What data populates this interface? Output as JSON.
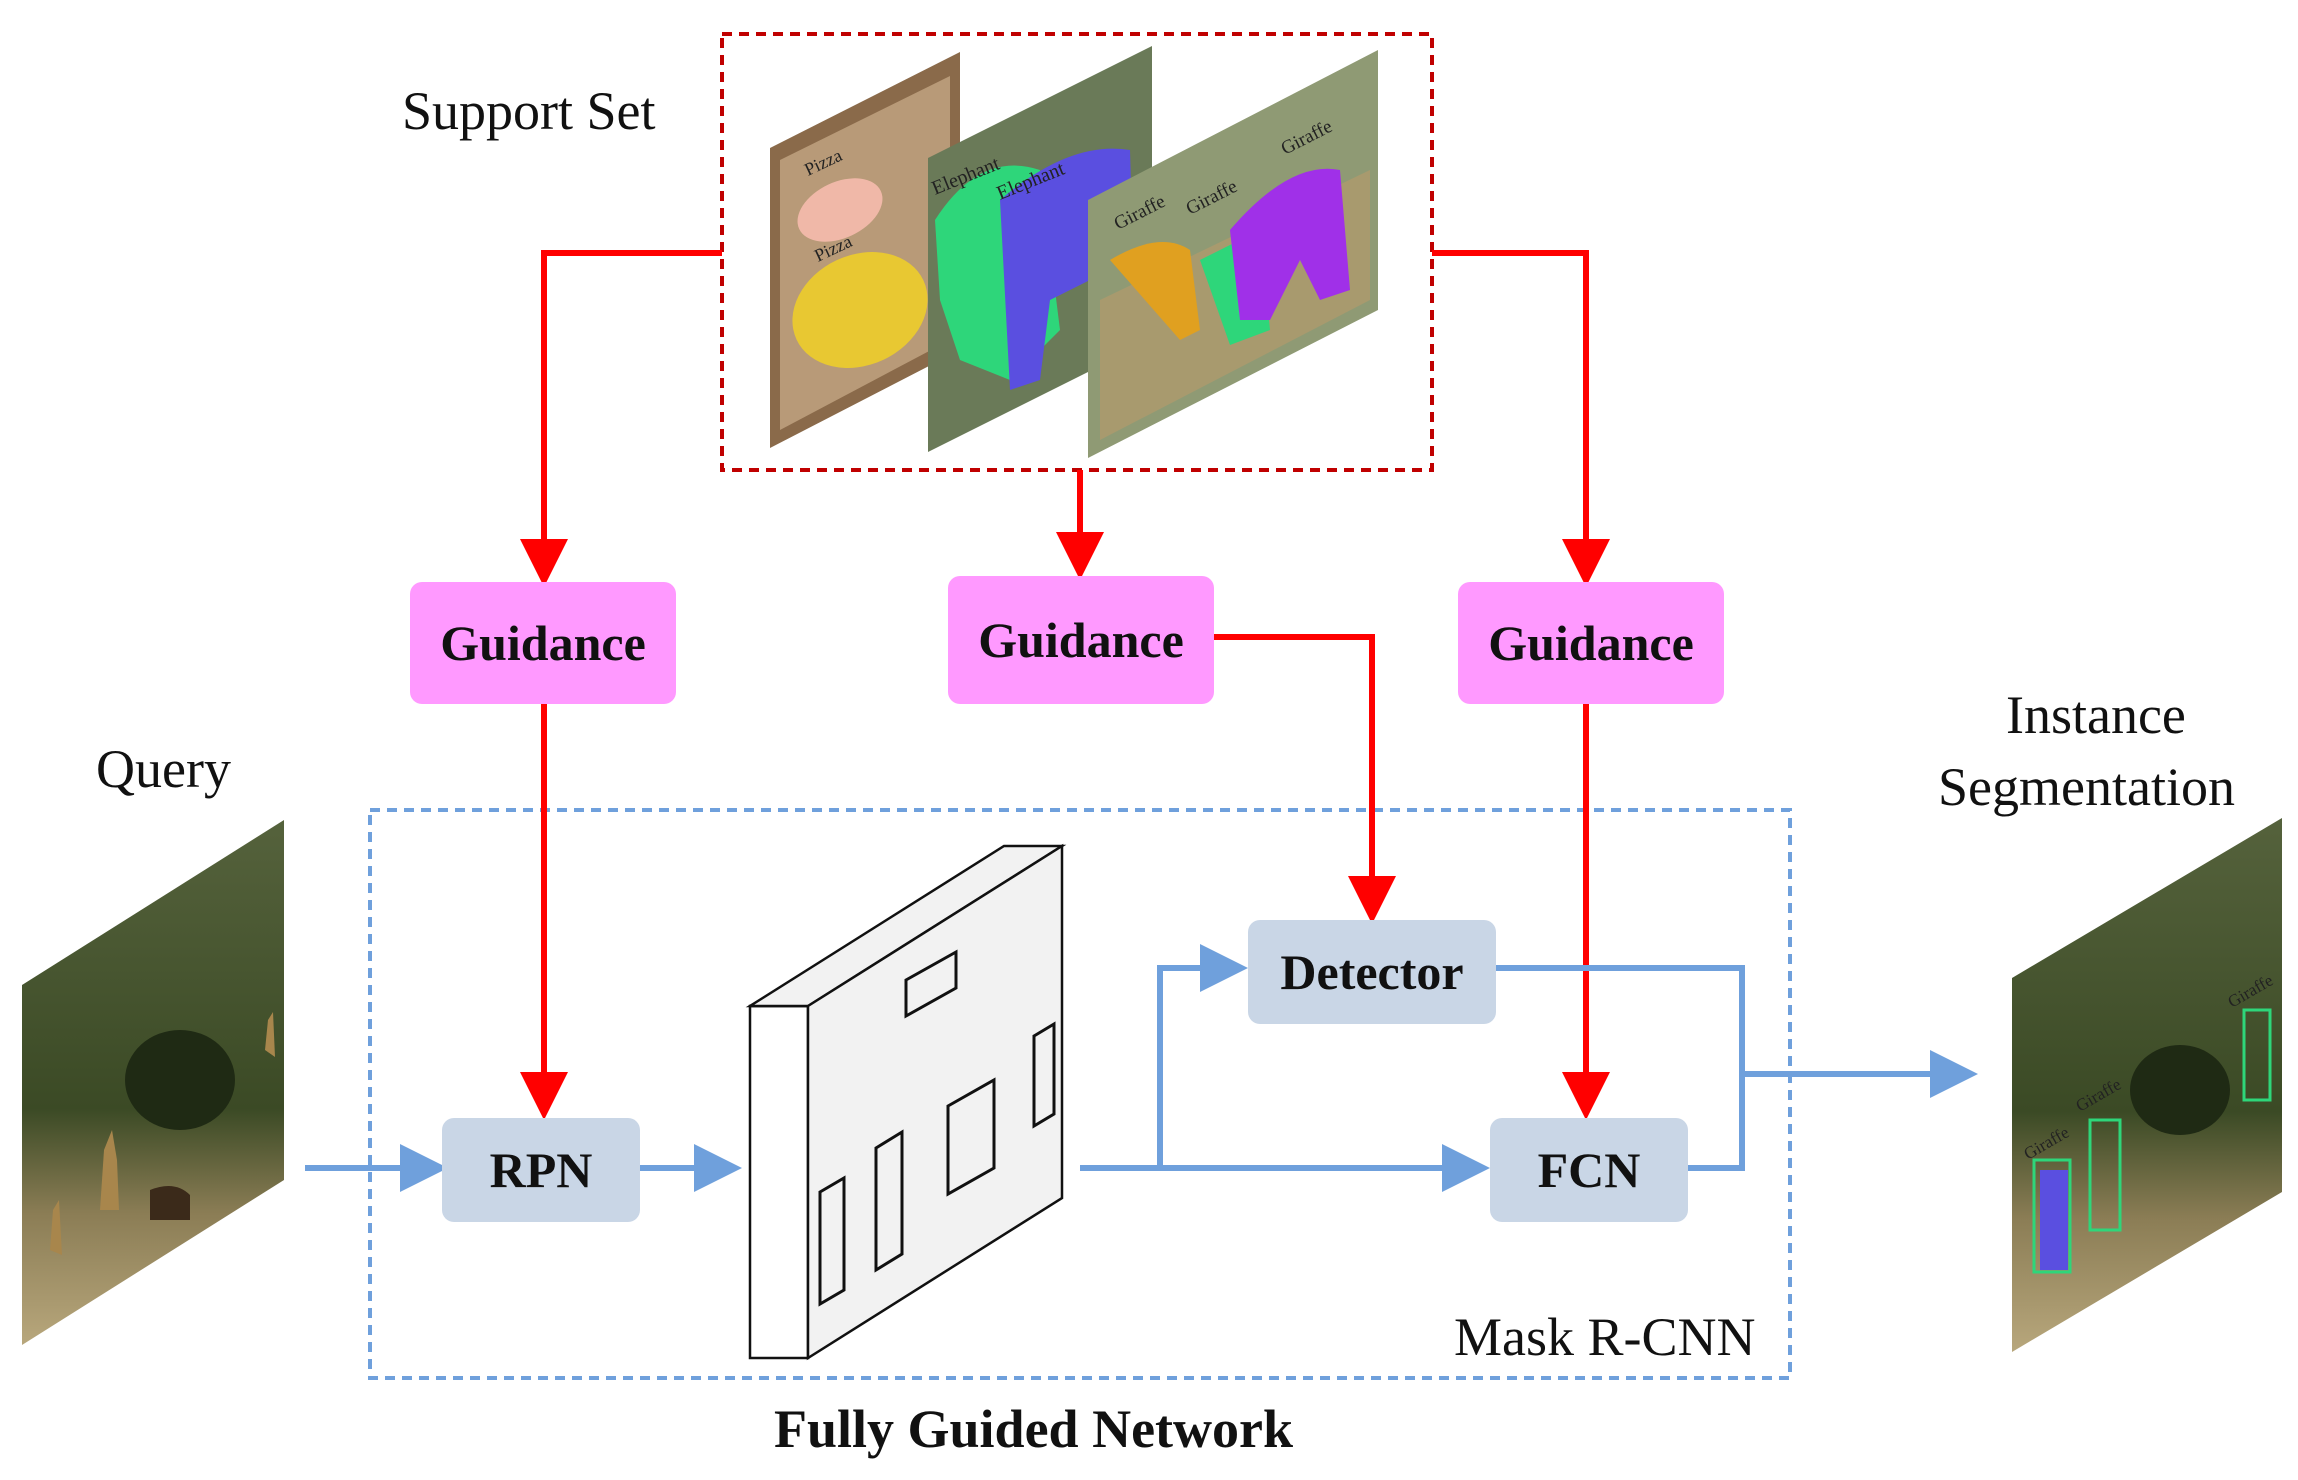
{
  "labels": {
    "support_set": "Support Set",
    "query": "Query",
    "instance_line1": "Instance",
    "instance_line2": "Segmentation",
    "mask_rcnn": "Mask R-CNN",
    "network_title": "Fully Guided Network"
  },
  "blocks": {
    "guidance_left": "Guidance",
    "guidance_mid": "Guidance",
    "guidance_right": "Guidance",
    "rpn": "RPN",
    "detector": "Detector",
    "fcn": "FCN"
  },
  "support_images": {
    "pizza_tags": [
      "Pizza",
      "Pizza"
    ],
    "elephant_tags": [
      "Elephant",
      "Elephant"
    ],
    "giraffe_tags": [
      "Giraffe",
      "Giraffe",
      "Giraffe"
    ]
  },
  "result_tags": [
    "Giraffe",
    "Giraffe",
    "Giraffe"
  ],
  "colors": {
    "guidance_fill": "#ff99ff",
    "block_fill": "#c9d6e6",
    "red_arrow": "#ff0000",
    "blue_arrow": "#6fa0dc",
    "support_border": "#c00000",
    "mask_rcnn_border": "#6fa0dc",
    "pizza_mask": "#e8c832",
    "elephant_mask_green": "#2ed67a",
    "elephant_mask_blue": "#5a4fe0",
    "giraffe_mask_purple": "#a030e8"
  }
}
